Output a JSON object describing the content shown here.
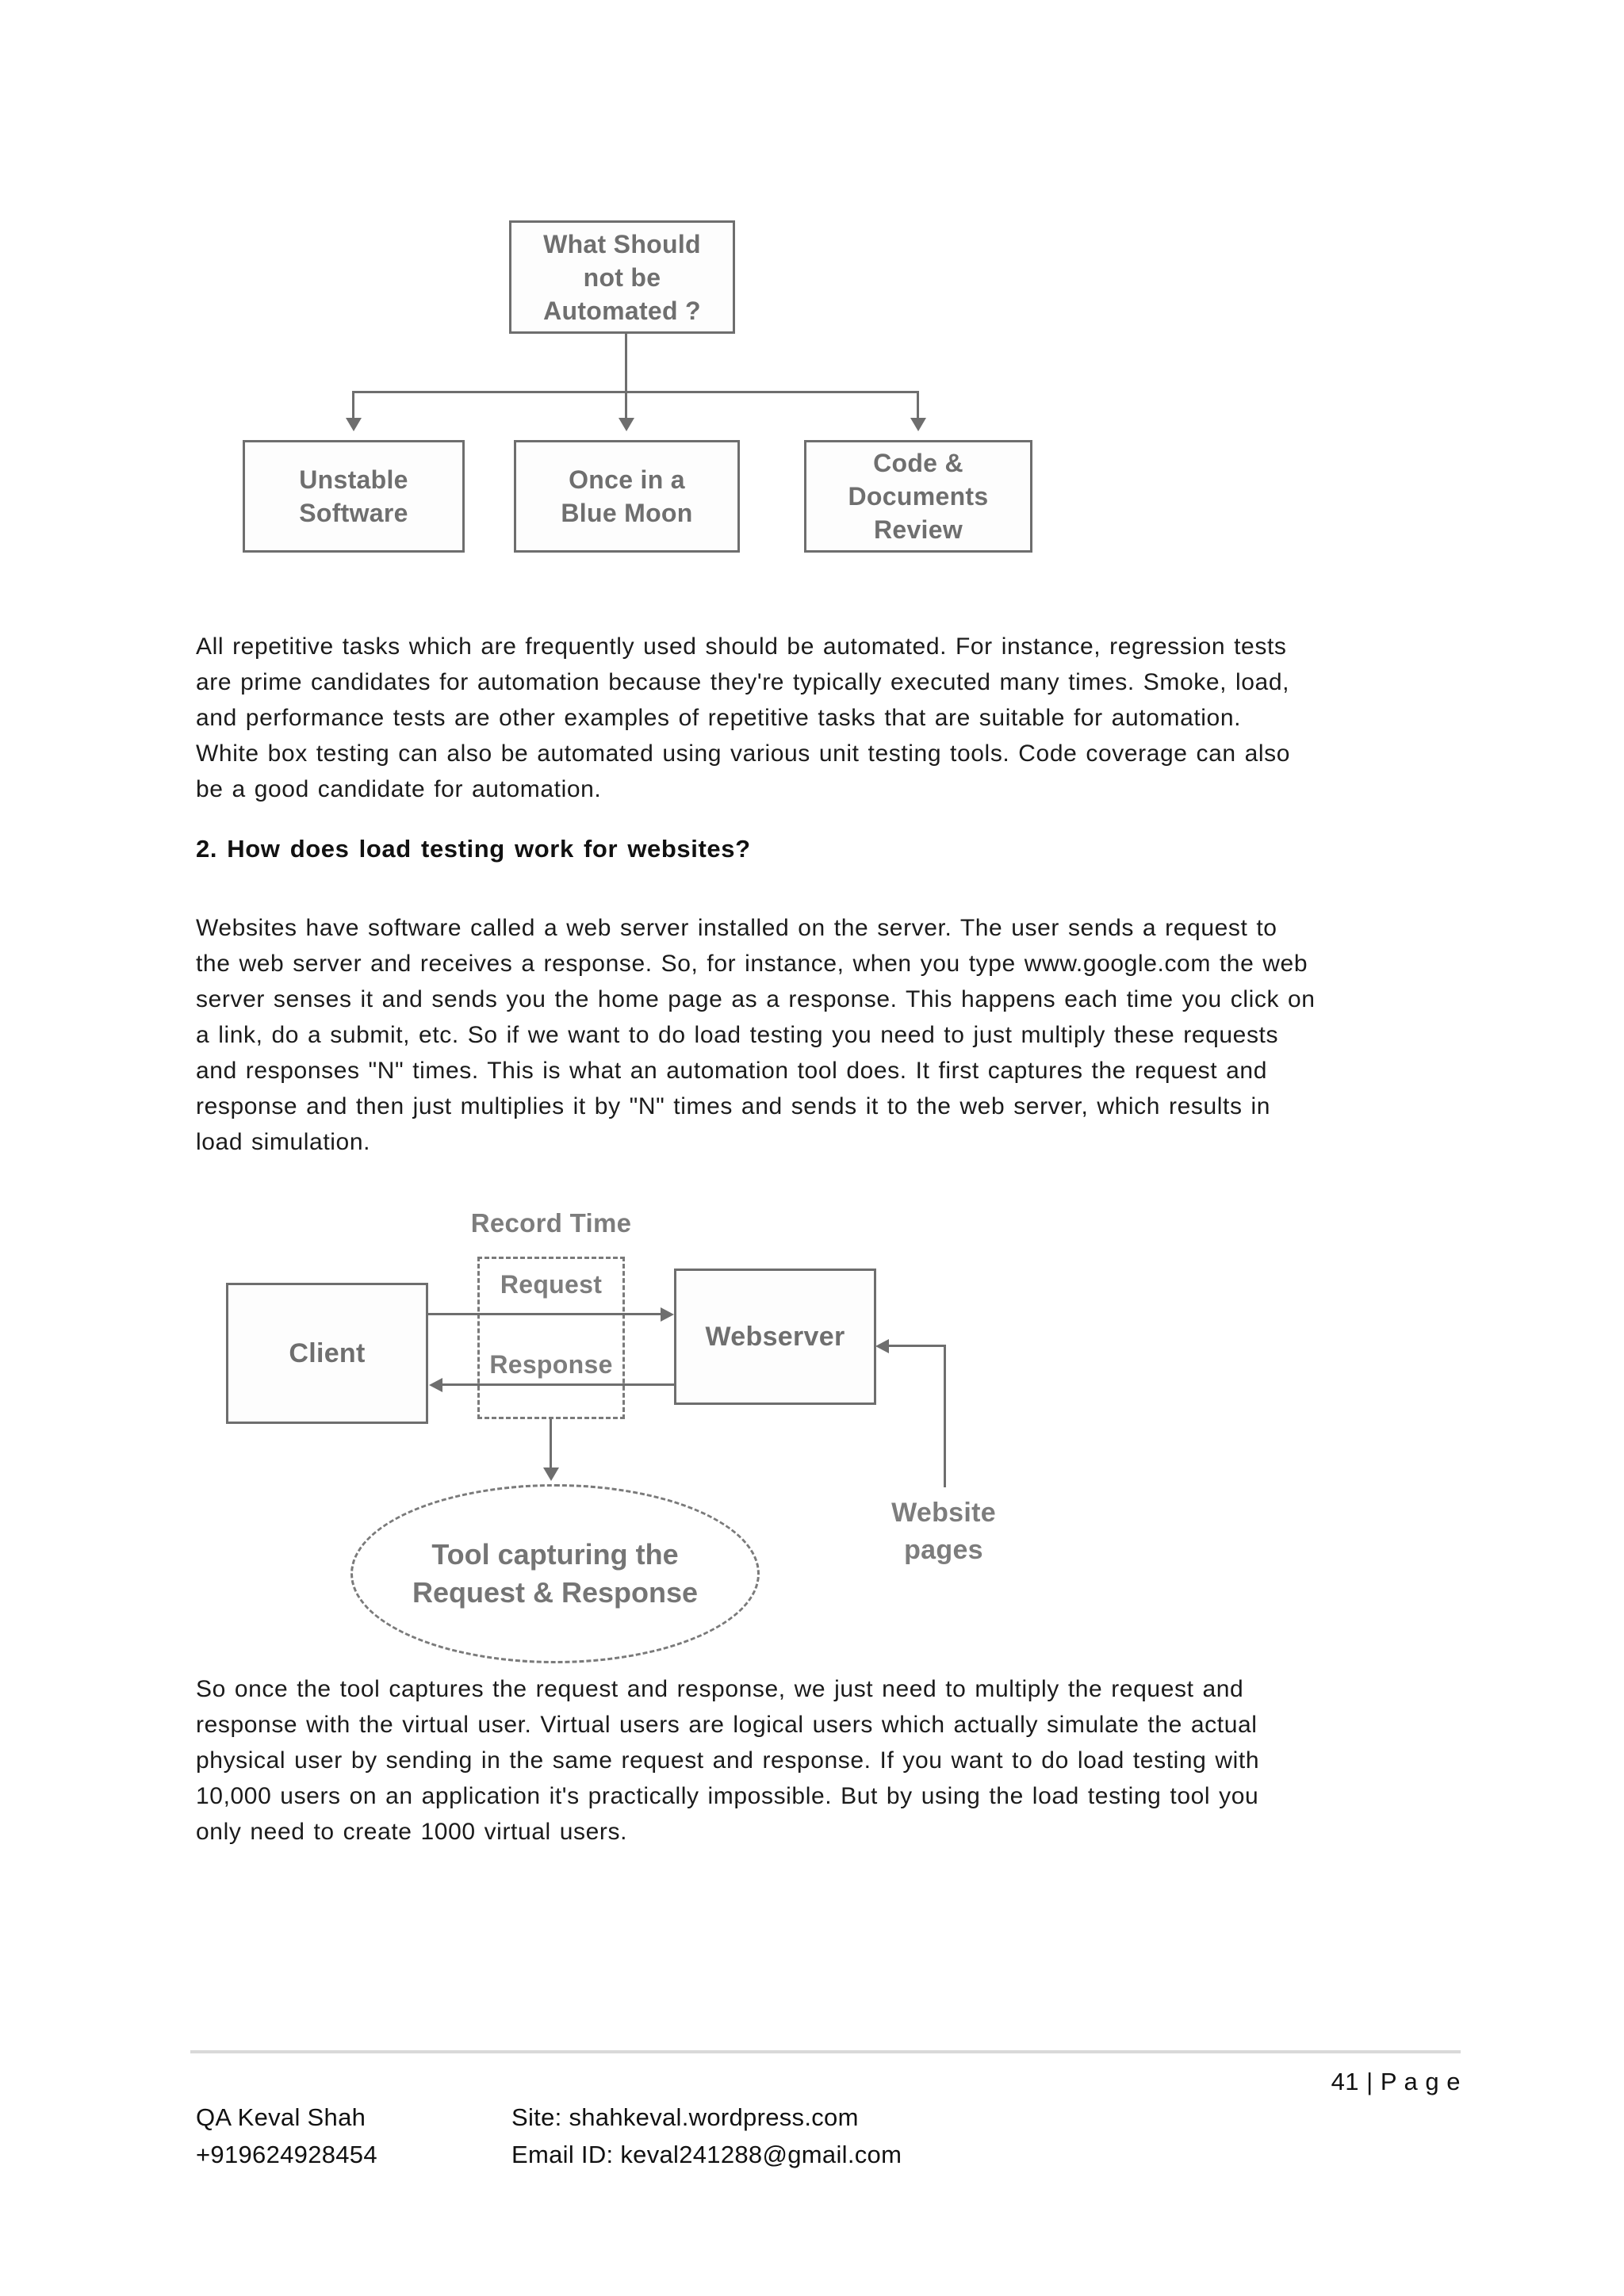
{
  "colors": {
    "diagram_line": "#6e6e6e",
    "diagram_text": "#6f6f6f",
    "body_text": "#1b1b1b",
    "divider": "#d9d9d9",
    "background": "#ffffff"
  },
  "flowchart_top": {
    "root": "What Should\nnot be\nAutomated ?",
    "children": [
      "Unstable\nSoftware",
      "Once in a\nBlue Moon",
      "Code &\nDocuments\nReview"
    ]
  },
  "document": {
    "paragraph1": "All repetitive tasks which are frequently used should be automated. For instance, regression tests\nare prime candidates for automation because they're typically executed many times. Smoke, load,\nand performance tests are other examples of repetitive tasks that are suitable for automation.\nWhite box testing can also be automated using various unit testing tools. Code coverage can also\nbe a good candidate for automation.",
    "heading2": "2. How does load testing work for websites?",
    "paragraph2": "Websites have software called a web server installed on the server. The user sends a request to\nthe web server and receives a response. So, for instance, when you type www.google.com the web\nserver senses it and sends you the home page as a response. This happens each time you click on\na link, do a submit, etc. So if we want to do load testing you need to just multiply these requests\nand responses \"N\" times. This is what an automation tool does. It first captures the request and\nresponse and then just multiplies it by \"N\" times and sends it to the web server, which results in\nload simulation.",
    "paragraph3": "So once the tool captures the request and response, we just need to multiply the request and\nresponse with the virtual user. Virtual users are logical users which actually simulate the actual\nphysical user by sending in the same request and response. If you want to do load testing with\n10,000 users on an application it's practically impossible. But by using the load testing tool you\nonly need to create 1000 virtual users."
  },
  "load_diagram": {
    "record_time": "Record Time",
    "request": "Request",
    "response": "Response",
    "client": "Client",
    "webserver": "Webserver",
    "website_pages": "Website\npages",
    "tool": "Tool capturing the\nRequest & Response"
  },
  "footer": {
    "page_number": "41 | P a g e",
    "name": "QA Keval Shah",
    "phone": "+919624928454",
    "site": "Site: shahkeval.wordpress.com",
    "email": "Email ID: keval241288@gmail.com"
  }
}
